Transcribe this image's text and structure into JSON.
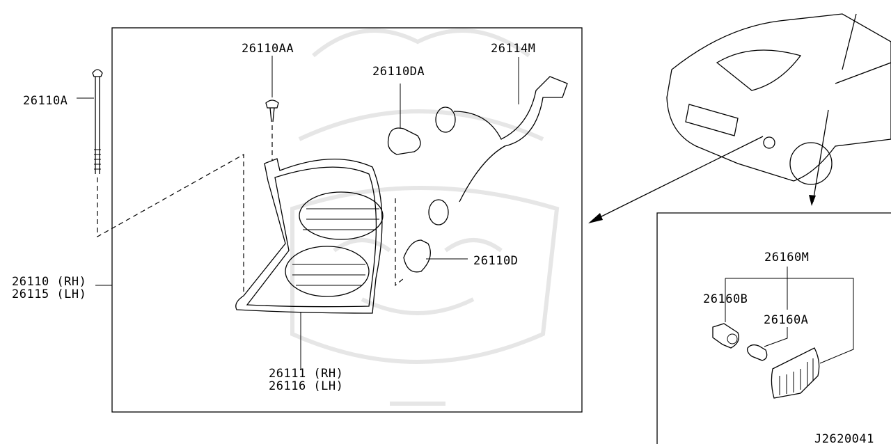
{
  "diagram_id": "J2620041",
  "labels": {
    "screw": "26110AA",
    "bulb_upper": "26110DA",
    "harness": "26114M",
    "bolt": "26110A",
    "lamp_assy_rh": "26110 (RH)",
    "lamp_assy_lh": "26115 (LH)",
    "bulb_lower": "26110D",
    "lens_rh": "26111 (RH)",
    "lens_lh": "26116 (LH)",
    "side_marker": "26160M",
    "side_socket": "26160B",
    "side_bulb": "26160A"
  },
  "watermark": "samurai-helmet-logo"
}
